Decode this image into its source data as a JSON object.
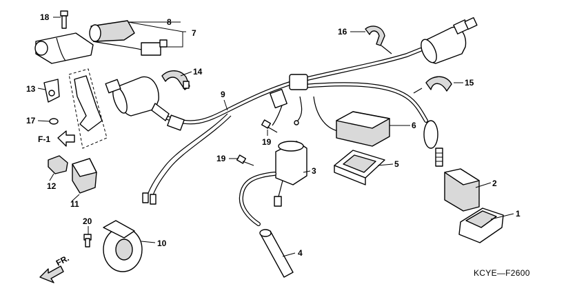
{
  "diagram": {
    "callouts": [
      {
        "id": "c1",
        "text": "1"
      },
      {
        "id": "c2",
        "text": "2"
      },
      {
        "id": "c3",
        "text": "3"
      },
      {
        "id": "c4",
        "text": "4"
      },
      {
        "id": "c5",
        "text": "5"
      },
      {
        "id": "c6",
        "text": "6"
      },
      {
        "id": "c7",
        "text": "7"
      },
      {
        "id": "c8",
        "text": "8"
      },
      {
        "id": "c9",
        "text": "9"
      },
      {
        "id": "c10",
        "text": "10"
      },
      {
        "id": "c11",
        "text": "11"
      },
      {
        "id": "c12",
        "text": "12"
      },
      {
        "id": "c13",
        "text": "13"
      },
      {
        "id": "c14",
        "text": "14"
      },
      {
        "id": "c15",
        "text": "15"
      },
      {
        "id": "c16",
        "text": "16"
      },
      {
        "id": "c17",
        "text": "17"
      },
      {
        "id": "c18",
        "text": "18"
      },
      {
        "id": "c19a",
        "text": "19"
      },
      {
        "id": "c19b",
        "text": "19"
      },
      {
        "id": "c20",
        "text": "20"
      }
    ],
    "frame_ref": "F-1",
    "front_label": "FR.",
    "diagram_code": "KCYE—F2600"
  }
}
